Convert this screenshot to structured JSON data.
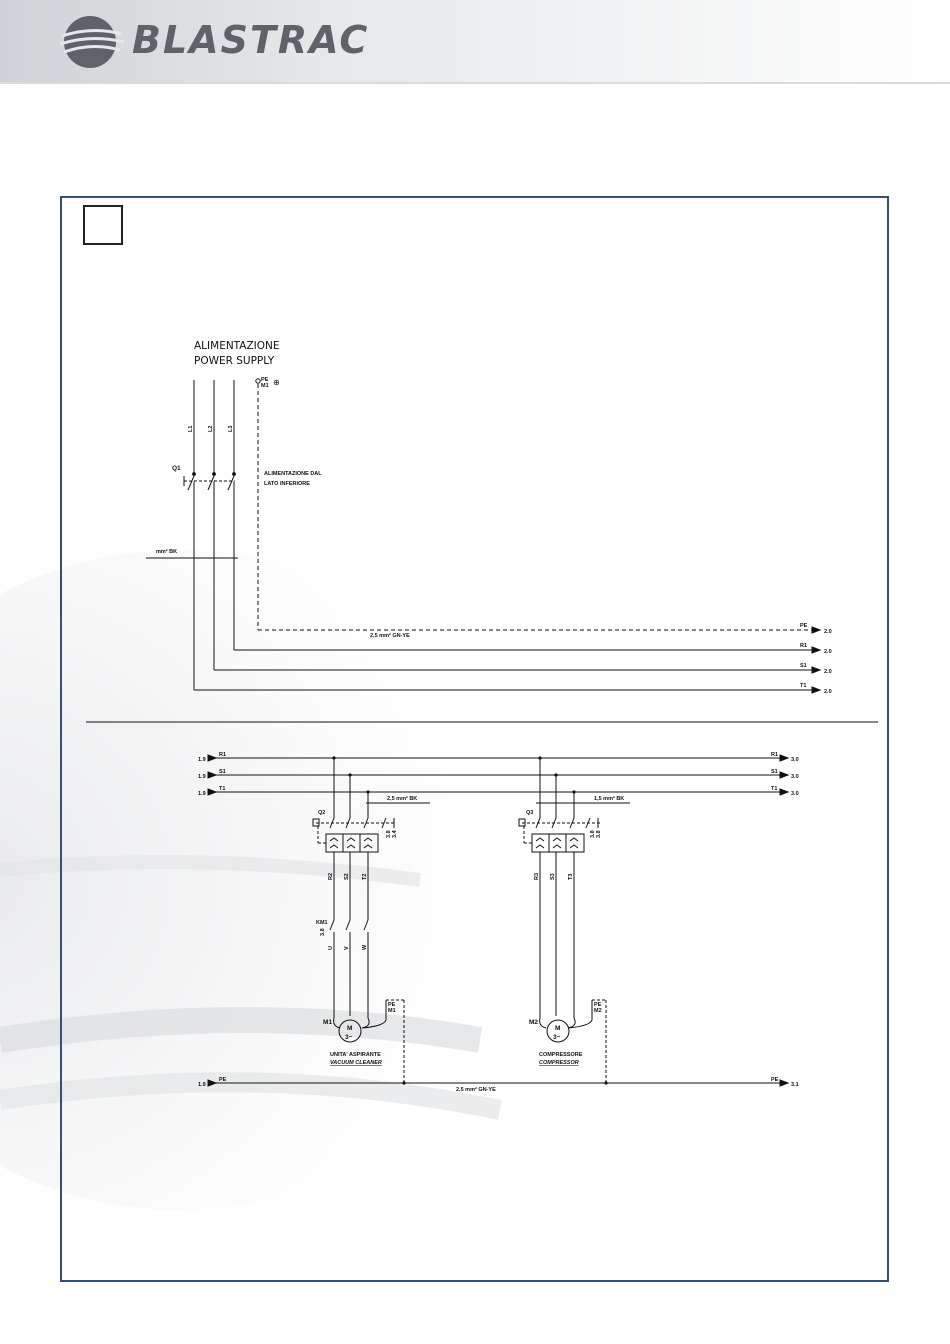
{
  "brand": {
    "name": "BLASTRAC"
  },
  "diagram": {
    "supply": {
      "title_it": "ALIMENTAZIONE",
      "title_en": "POWER SUPPLY"
    },
    "lines": {
      "l1": "L1",
      "l2": "L2",
      "l3": "L3"
    },
    "q1": "Q1",
    "pe_top": "PE",
    "m1_tag": "M1",
    "ground_symbol": "⊕",
    "supply_note": [
      "ALIMENTAZIONE DAL",
      "LATO INFERIORE"
    ],
    "bk_label": "mm² BK",
    "pe_cable": "2,5 mm² GN-YE",
    "top_outputs": [
      {
        "name": "PE",
        "ref": "2.0"
      },
      {
        "name": "R1",
        "ref": "2.0"
      },
      {
        "name": "S1",
        "ref": "2.0"
      },
      {
        "name": "T1",
        "ref": "2.0"
      }
    ],
    "bus_in": [
      {
        "ref": "1.9",
        "name": "R1"
      },
      {
        "ref": "1.9",
        "name": "S1"
      },
      {
        "ref": "1.9",
        "name": "T1"
      }
    ],
    "bus_out": [
      {
        "name": "R1",
        "ref": "3.0"
      },
      {
        "name": "S1",
        "ref": "3.0"
      },
      {
        "name": "T1",
        "ref": "3.0"
      }
    ],
    "branch1": {
      "breaker": "Q2",
      "cable": "2,5 mm² BK",
      "aux": [
        "3.8",
        "3.4"
      ],
      "wires": [
        "R2",
        "S2",
        "T2"
      ],
      "contactor": "KM1",
      "contactor_ref": "3.8",
      "motor_wires": [
        "U",
        "V",
        "W"
      ],
      "pe": "PE",
      "motor_tag": "M1",
      "motor_symbol": "M",
      "motor_type": "3~",
      "label_it": "UNITA' ASPIRANTE",
      "label_en": "VACUUM CLEANER"
    },
    "branch2": {
      "breaker": "Q3",
      "cable": "1,5 mm² BK",
      "aux": [
        "3.8",
        "3.8"
      ],
      "wires": [
        "R3",
        "S3",
        "T3"
      ],
      "pe": "PE",
      "motor_tag": "M2",
      "motor_symbol": "M",
      "motor_type": "3~",
      "label_it": "COMPRESSORE",
      "label_en": "COMPRESSOR"
    },
    "pe_bus": {
      "ref_in": "1.9",
      "name": "PE",
      "cable": "2,5 mm² GN-YE",
      "ref_out": "3.1"
    }
  }
}
